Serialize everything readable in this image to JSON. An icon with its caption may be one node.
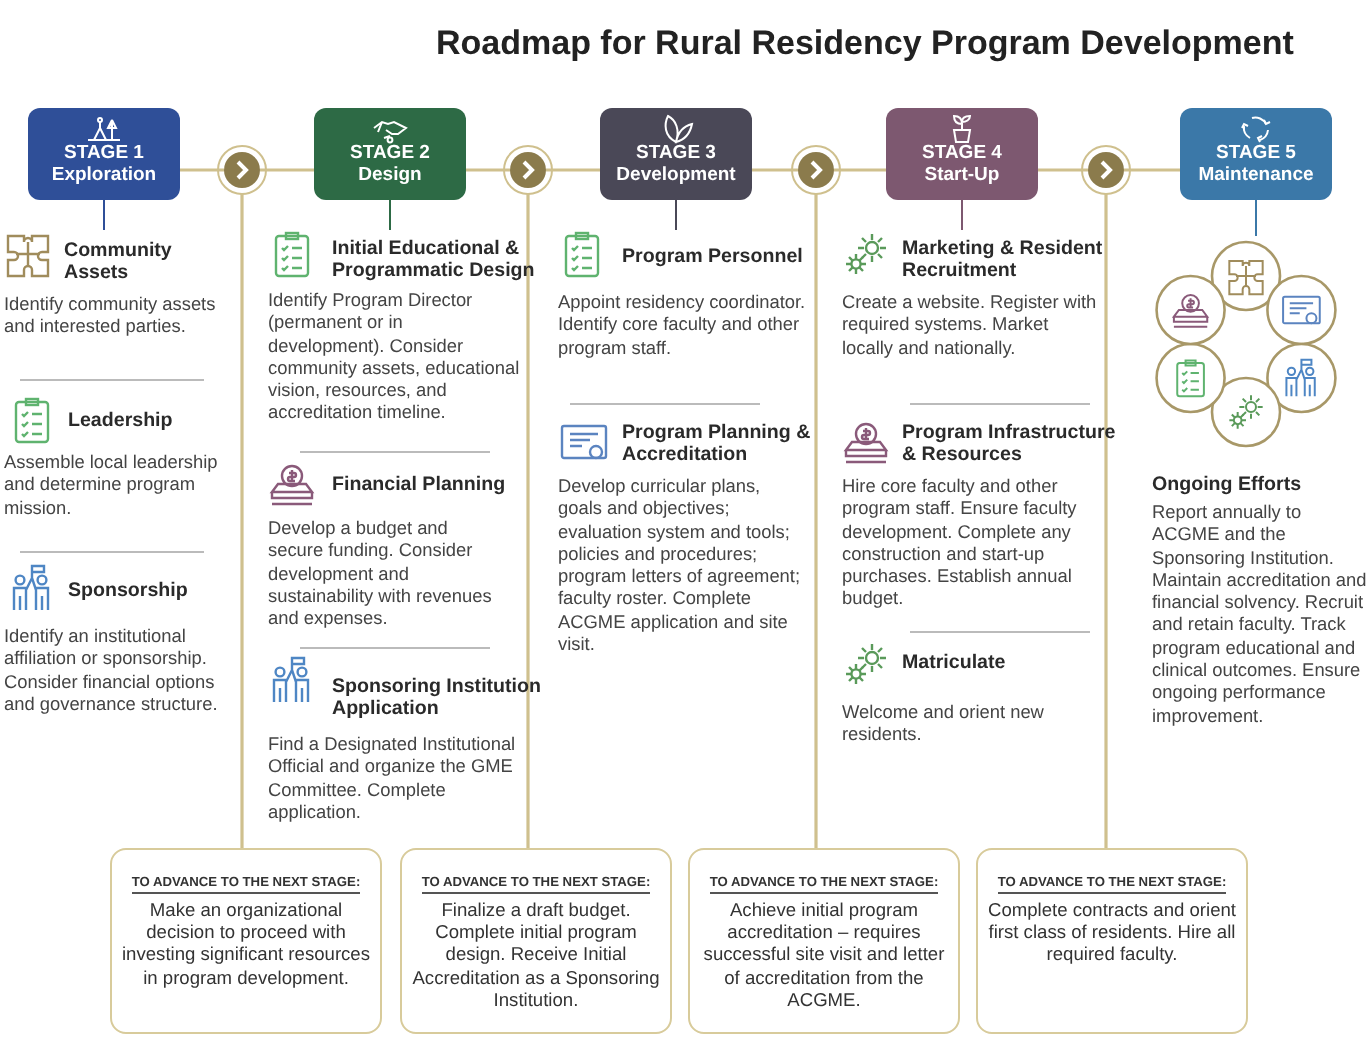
{
  "diagram": {
    "title": "Roadmap for Rural Residency Program Development",
    "nodes": [
      {
        "text": [
          "STAGE 1",
          "Exploration"
        ]
      },
      {
        "text": [
          "STAGE 2",
          "Design"
        ]
      },
      {
        "text": [
          "STAGE 3",
          "Development"
        ]
      },
      {
        "text": [
          "STAGE 4",
          "Start-Up"
        ]
      },
      {
        "text": [
          "STAGE 5",
          "Maintenance"
        ]
      },
      {
        "text": [],
        "shape": "circle"
      },
      {
        "text": [],
        "shape": "circle"
      },
      {
        "text": [],
        "shape": "circle"
      },
      {
        "text": [],
        "shape": "circle"
      },
      {
        "text": [
          "TO ADVANCE TO THE NEXT STAGE:",
          "Make an organizational decision to proceed with investing significant resources in program development."
        ]
      },
      {
        "text": [
          "TO ADVANCE TO THE NEXT STAGE:",
          "Finalize a draft budget. Complete initial program design. Receive Initial Accreditation as a Sponsoring Institution."
        ]
      },
      {
        "text": [
          "TO ADVANCE TO THE NEXT STAGE:",
          "Achieve initial program accreditation – requires successful site visit and letter of accreditation from the ACGME."
        ]
      },
      {
        "text": [
          "TO ADVANCE TO THE NEXT STAGE:",
          "Complete contracts and orient first class of residents. Hire all required faculty."
        ]
      },
      {
        "text": [
          "Community Assets",
          "Identify community assets and interested parties."
        ]
      },
      {
        "text": [
          "Initial Educational & Programmatic Design",
          "Identify Program Director (permanent or in development). Consider community assets, educational vision, resources, and accreditation timeline."
        ]
      },
      {
        "text": [
          "Program Personnel",
          "Appoint residency coordinator. Identify core faculty and other program staff."
        ]
      },
      {
        "text": [
          "Marketing & Resident Recruitment",
          "Create a website. Register with required systems. Market locally and nationally."
        ]
      },
      {
        "text": [],
        "shape": "picture"
      }
    ],
    "edges": [
      {
        "from": 0,
        "to": 5,
        "arrow": "none"
      },
      {
        "from": 5,
        "to": 1,
        "arrow": "none"
      },
      {
        "from": 1,
        "to": 6,
        "arrow": "none"
      },
      {
        "from": 6,
        "to": 2,
        "arrow": "none"
      },
      {
        "from": 2,
        "to": 7,
        "arrow": "none"
      },
      {
        "from": 7,
        "to": 3,
        "arrow": "none"
      },
      {
        "from": 3,
        "to": 8,
        "arrow": "none"
      },
      {
        "from": 8,
        "to": 4,
        "arrow": "none"
      },
      {
        "from": 5,
        "to": 9,
        "arrow": "none"
      },
      {
        "from": 6,
        "to": 10,
        "arrow": "none"
      },
      {
        "from": 7,
        "to": 11,
        "arrow": "none"
      },
      {
        "from": 8,
        "to": 12,
        "arrow": "none"
      },
      {
        "from": 0,
        "to": 13,
        "arrow": "none",
        "color": "#2f4f98"
      },
      {
        "from": 1,
        "to": 14,
        "arrow": "none",
        "color": "#2d6a45"
      },
      {
        "from": 2,
        "to": 15,
        "arrow": "none",
        "color": "#4a4857"
      },
      {
        "from": 3,
        "to": 16,
        "arrow": "none",
        "color": "#7d5870"
      },
      {
        "from": 4,
        "to": 17,
        "arrow": "none",
        "color": "#3b78a8"
      }
    ],
    "labels": [
      "Leadership",
      "Assemble local leadership and determine program mission.",
      "Sponsorship",
      "Identify an institutional affiliation or sponsorship. Consider financial options and governance structure.",
      "Financial Planning",
      "Develop a budget and secure funding. Consider development and sustainability with revenues and expenses.",
      "Sponsoring Institution Application",
      "Find a Designated Institutional Official and organize the GME Committee. Complete application.",
      "Program Planning & Accreditation",
      "Develop curricular plans, goals and objectives; evaluation system and tools; policies and procedures; program letters of agreement; faculty roster. Complete ACGME application and site visit.",
      "Program Infrastructure & Resources",
      "Hire core faculty and other program staff. Ensure faculty development. Complete any construction and start-up purchases. Establish annual budget.",
      "Matriculate",
      "Welcome and orient new residents.",
      "Ongoing Efforts",
      "Report annually to ACGME and the Sponsoring Institution. Maintain accreditation and financial solvency. Recruit and retain faculty. Track program educational and clinical outcomes. Ensure ongoing performance improvement."
    ]
  }
}
